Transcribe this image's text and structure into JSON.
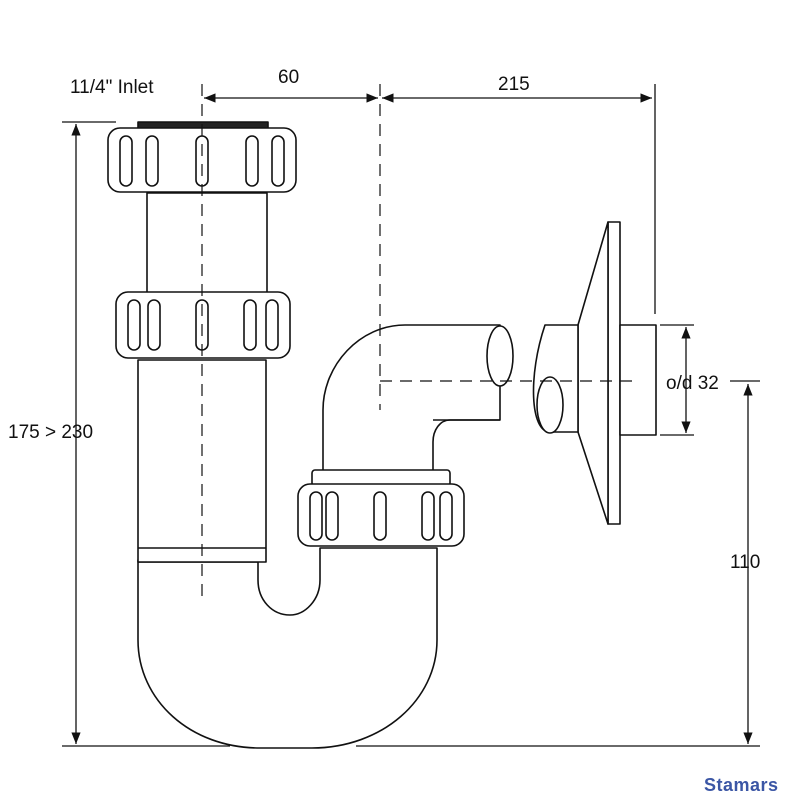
{
  "labels": {
    "inlet": "11/4\" Inlet",
    "dim_width_top": "60",
    "dim_width_outlet": "215",
    "dim_height": "175 > 230",
    "outlet_od": "o/d 32",
    "dim_outlet_height": "110"
  },
  "brand": {
    "name": "Stamars",
    "color": "#3b56a5"
  },
  "colors": {
    "line": "#111111",
    "fill": "#ffffff",
    "washer": "#222222"
  }
}
